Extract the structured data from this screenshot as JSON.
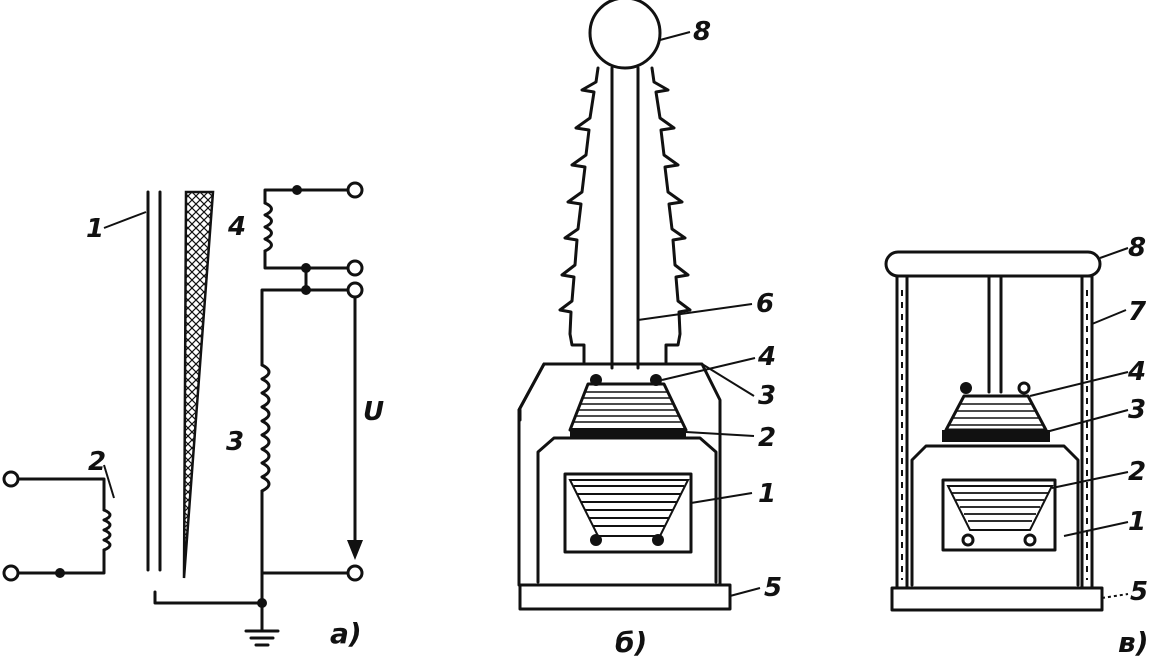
{
  "figure": {
    "panel_a": {
      "caption": "a)",
      "labels": {
        "core": "1",
        "primary_winding": "2",
        "secondary_winding": "3",
        "measuring_winding": "4"
      },
      "voltage_label": "U"
    },
    "panel_b": {
      "caption": "б)",
      "labels": {
        "n1": "1",
        "n2": "2",
        "n3": "3",
        "n4": "4",
        "n5": "5",
        "n6": "6",
        "n8": "8"
      }
    },
    "panel_c": {
      "caption": "в)",
      "labels": {
        "n1": "1",
        "n2": "2",
        "n3": "3",
        "n4": "4",
        "n5": "5",
        "n7": "7",
        "n8": "8"
      }
    }
  }
}
